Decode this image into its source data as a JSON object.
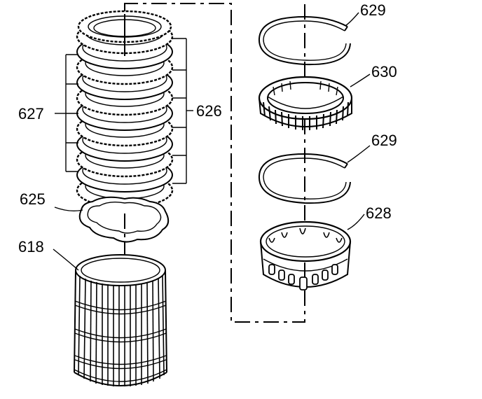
{
  "diagram": {
    "part_labels": {
      "lower_retaining_ring": "629",
      "upper_retaining_ring": "629",
      "sprag_bearing": "630",
      "sprag_race": "628",
      "clutch_plates_left": "627",
      "clutch_plates_right": "626",
      "wave_plate": "625",
      "clutch_housing": "618"
    }
  }
}
